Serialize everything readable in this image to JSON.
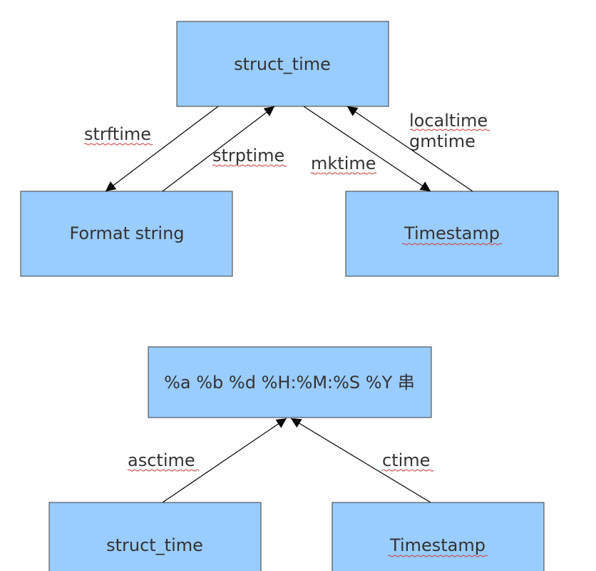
{
  "colors": {
    "box_fill": "#99ccff",
    "box_stroke": "#3c3c3c",
    "text": "#333333",
    "arrow": "#000000",
    "spellcheck_underline": "#d23a3a"
  },
  "top_diagram": {
    "struct_time_box": "struct_time",
    "format_string_box": "Format string",
    "timestamp_box": "Timestamp",
    "edges": {
      "strftime": "strftime",
      "strptime": "strptime",
      "mktime": "mktime",
      "localtime": "localtime",
      "gmtime": "gmtime"
    }
  },
  "bottom_diagram": {
    "format_box": "%a %b %d %H:%M:%S %Y 串",
    "struct_time_box": "struct_time",
    "timestamp_box": "Timestamp",
    "edges": {
      "asctime": "asctime",
      "ctime": "ctime"
    }
  }
}
